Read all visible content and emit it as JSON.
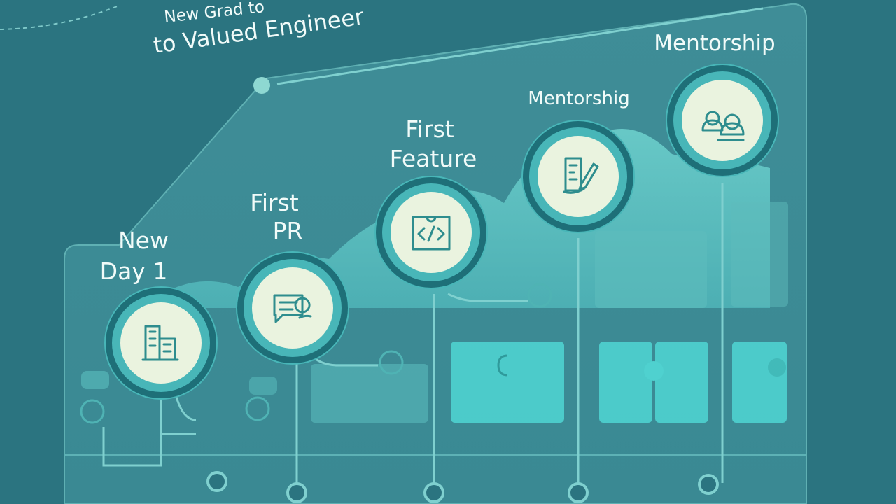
{
  "title": {
    "line1": "New Grad to",
    "line2": "to Valued Engineer"
  },
  "milestones": [
    {
      "id": "day1",
      "lines": [
        "New",
        "Day 1"
      ],
      "icon": "building-icon"
    },
    {
      "id": "first-pr",
      "lines": [
        "First",
        "PR"
      ],
      "icon": "pull-request-chat-icon"
    },
    {
      "id": "first-feature",
      "lines": [
        "First",
        "Feature"
      ],
      "icon": "code-brackets-icon"
    },
    {
      "id": "mentorship-1",
      "lines": [
        "Mentorshig"
      ],
      "icon": "document-pencil-icon"
    },
    {
      "id": "mentorship-2",
      "lines": [
        "Mentorship"
      ],
      "icon": "people-icon"
    }
  ],
  "colors": {
    "background": "#2b7480",
    "panel": "#3d8e98",
    "wave": "#5ec3c4",
    "puzzle": "#49d0cf",
    "ring": "#1e6f78",
    "ring_inner": "#48b6b8",
    "badge_fill": "#eaf3df",
    "icon_stroke": "#2e8d8e",
    "text": "#f1fbf9"
  }
}
